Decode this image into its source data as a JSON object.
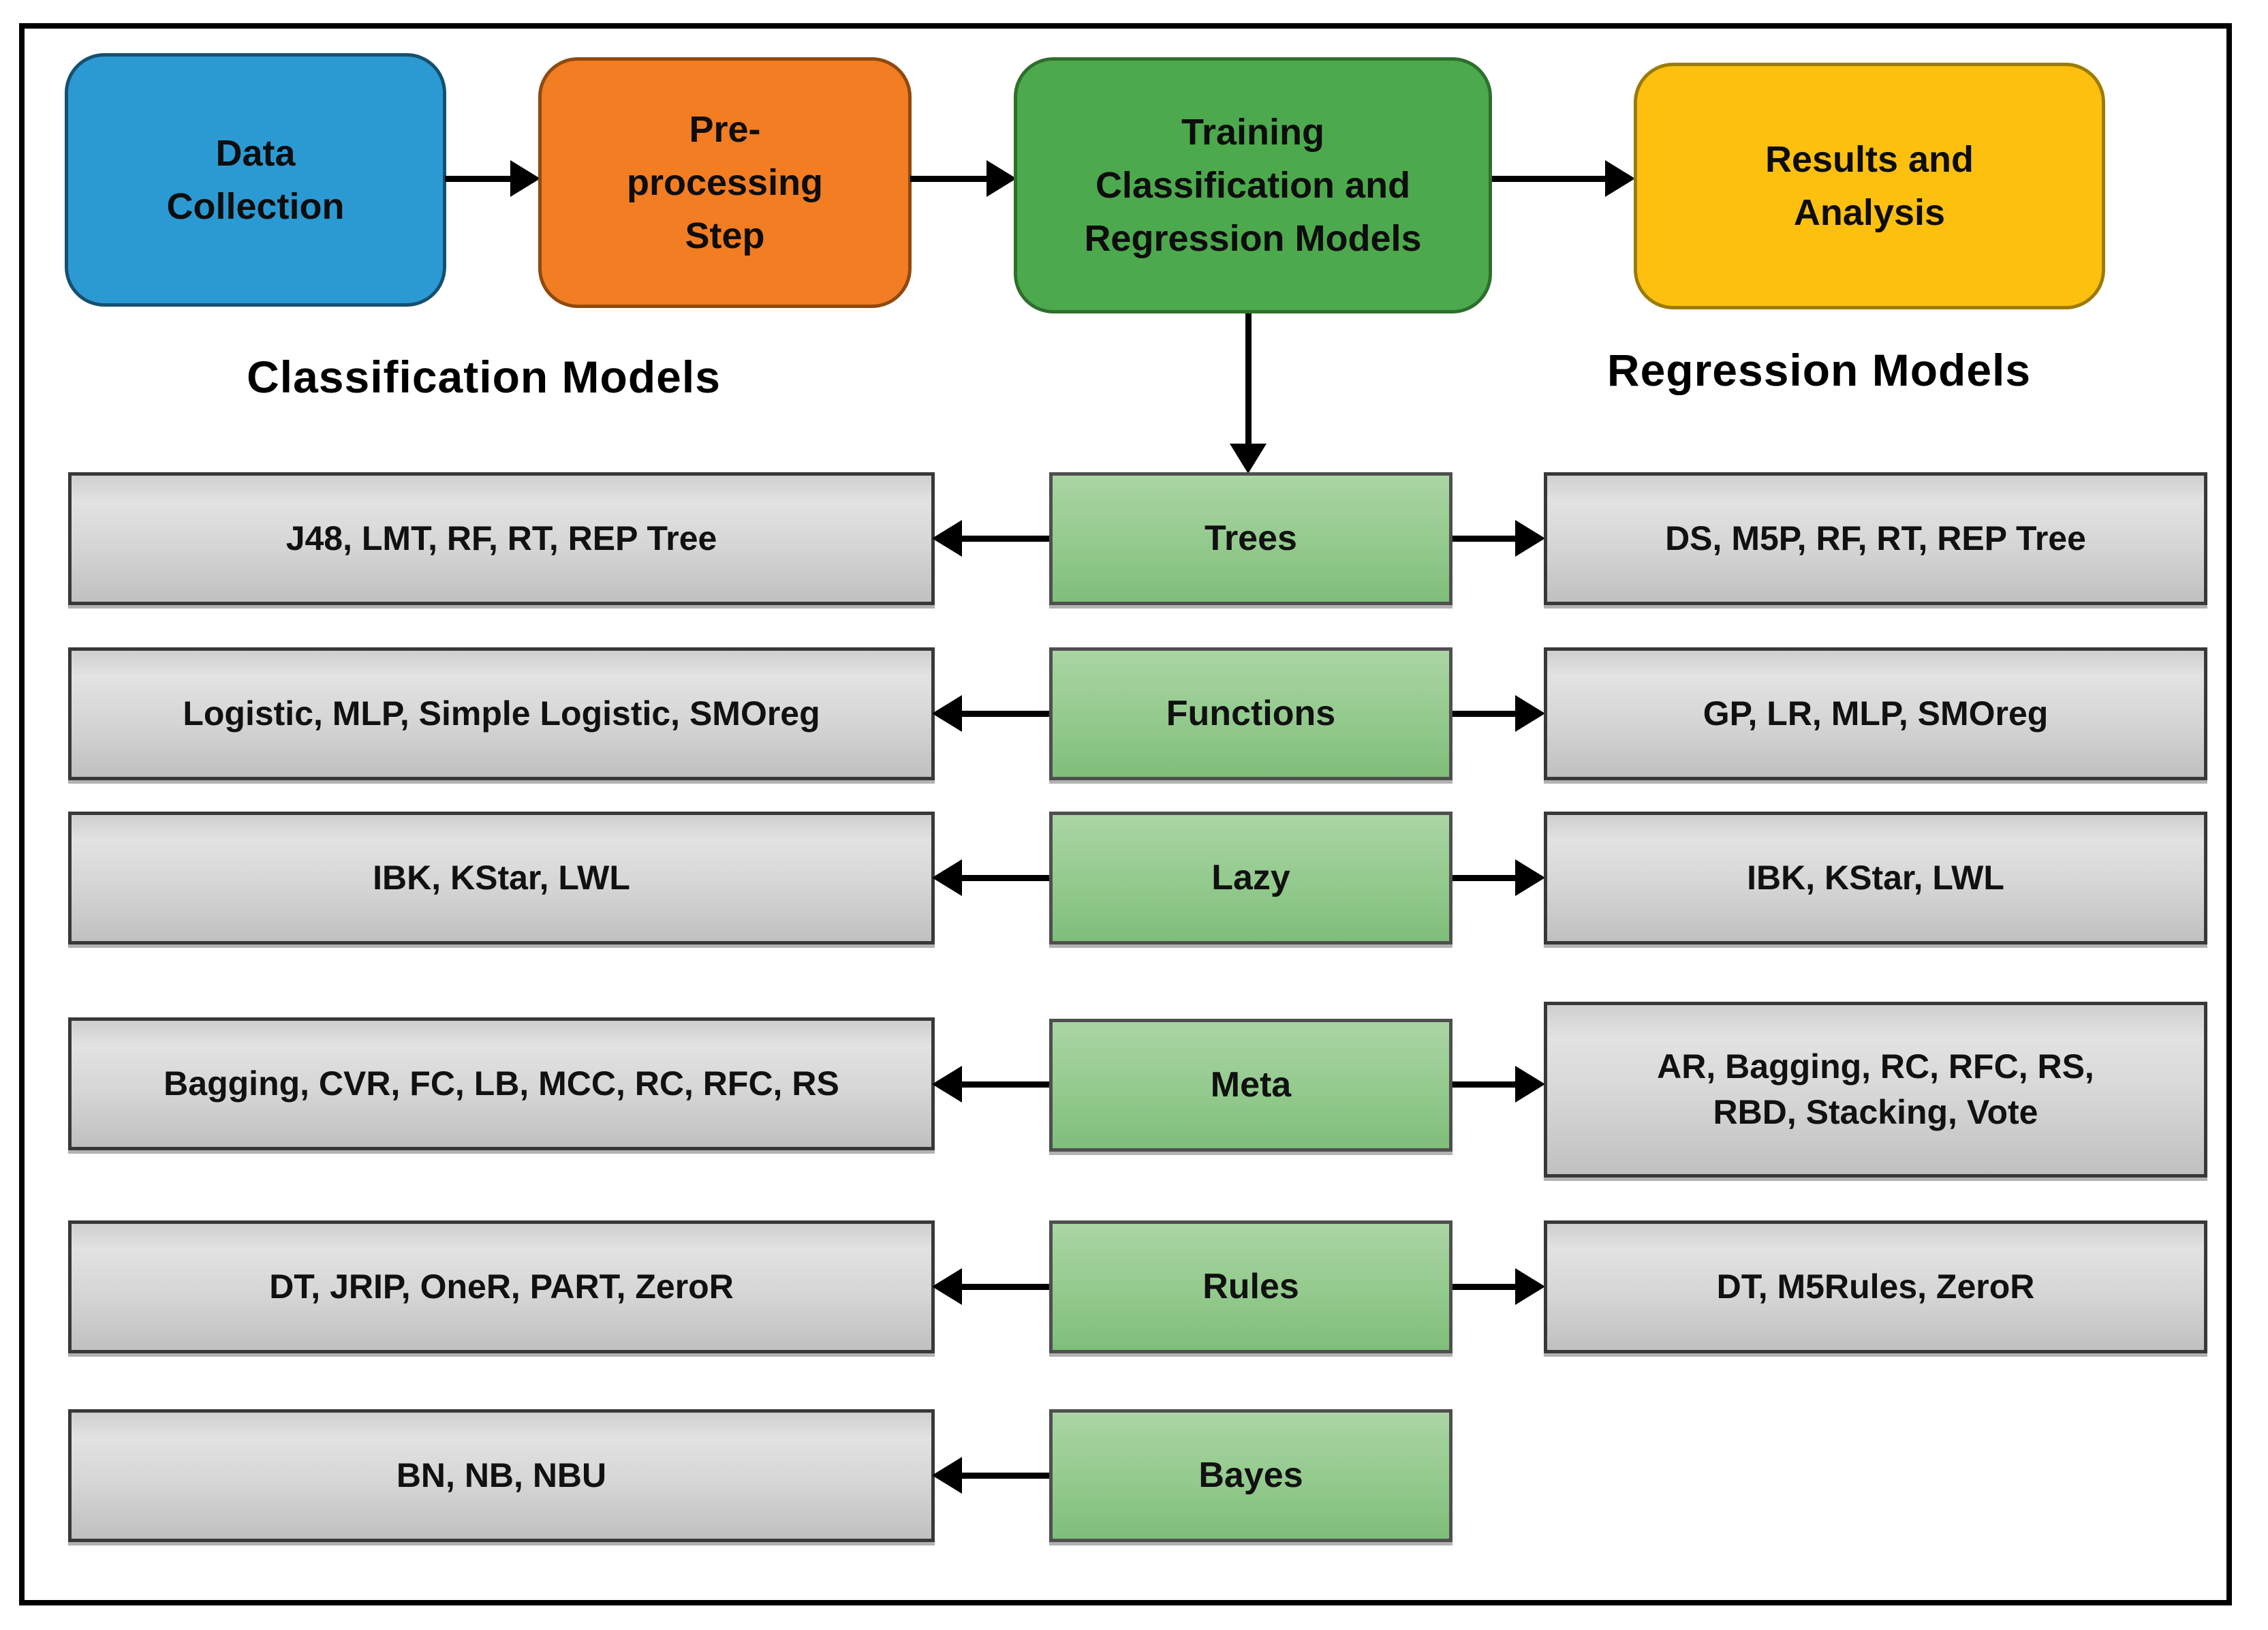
{
  "pipeline": [
    {
      "id": "data-collection",
      "label": "Data\nCollection",
      "color": "#2B9AD3"
    },
    {
      "id": "preprocessing",
      "label": "Pre-\nprocessing\nStep",
      "color": "#F27D22"
    },
    {
      "id": "training",
      "label": "Training\nClassification and\nRegression Models",
      "color": "#4DA94D"
    },
    {
      "id": "results",
      "label": "Results and\nAnalysis",
      "color": "#FEC00F"
    }
  ],
  "headers": {
    "classification": "Classification Models",
    "regression": "Regression Models"
  },
  "rows": [
    {
      "category": "Trees",
      "classification": "J48, LMT, RF, RT, REP Tree",
      "regression": "DS, M5P, RF, RT, REP Tree"
    },
    {
      "category": "Functions",
      "classification": "Logistic, MLP, Simple Logistic, SMOreg",
      "regression": "GP, LR,  MLP, SMOreg"
    },
    {
      "category": "Lazy",
      "classification": "IBK, KStar, LWL",
      "regression": "IBK, KStar, LWL"
    },
    {
      "category": "Meta",
      "classification": "Bagging, CVR, FC, LB, MCC, RC, RFC, RS",
      "regression": "AR, Bagging, RC, RFC, RS,\nRBD, Stacking, Vote"
    },
    {
      "category": "Rules",
      "classification": "DT, JRIP, OneR, PART, ZeroR",
      "regression": "DT, M5Rules, ZeroR"
    },
    {
      "category": "Bayes",
      "classification": "BN, NB, NBU",
      "regression": null
    }
  ],
  "colors": {
    "category_box_top": "#AAD5A4",
    "category_box_bottom": "#7FBE7A",
    "model_box": "#D6D6D6",
    "frame_border": "#000000",
    "arrow": "#000000"
  }
}
